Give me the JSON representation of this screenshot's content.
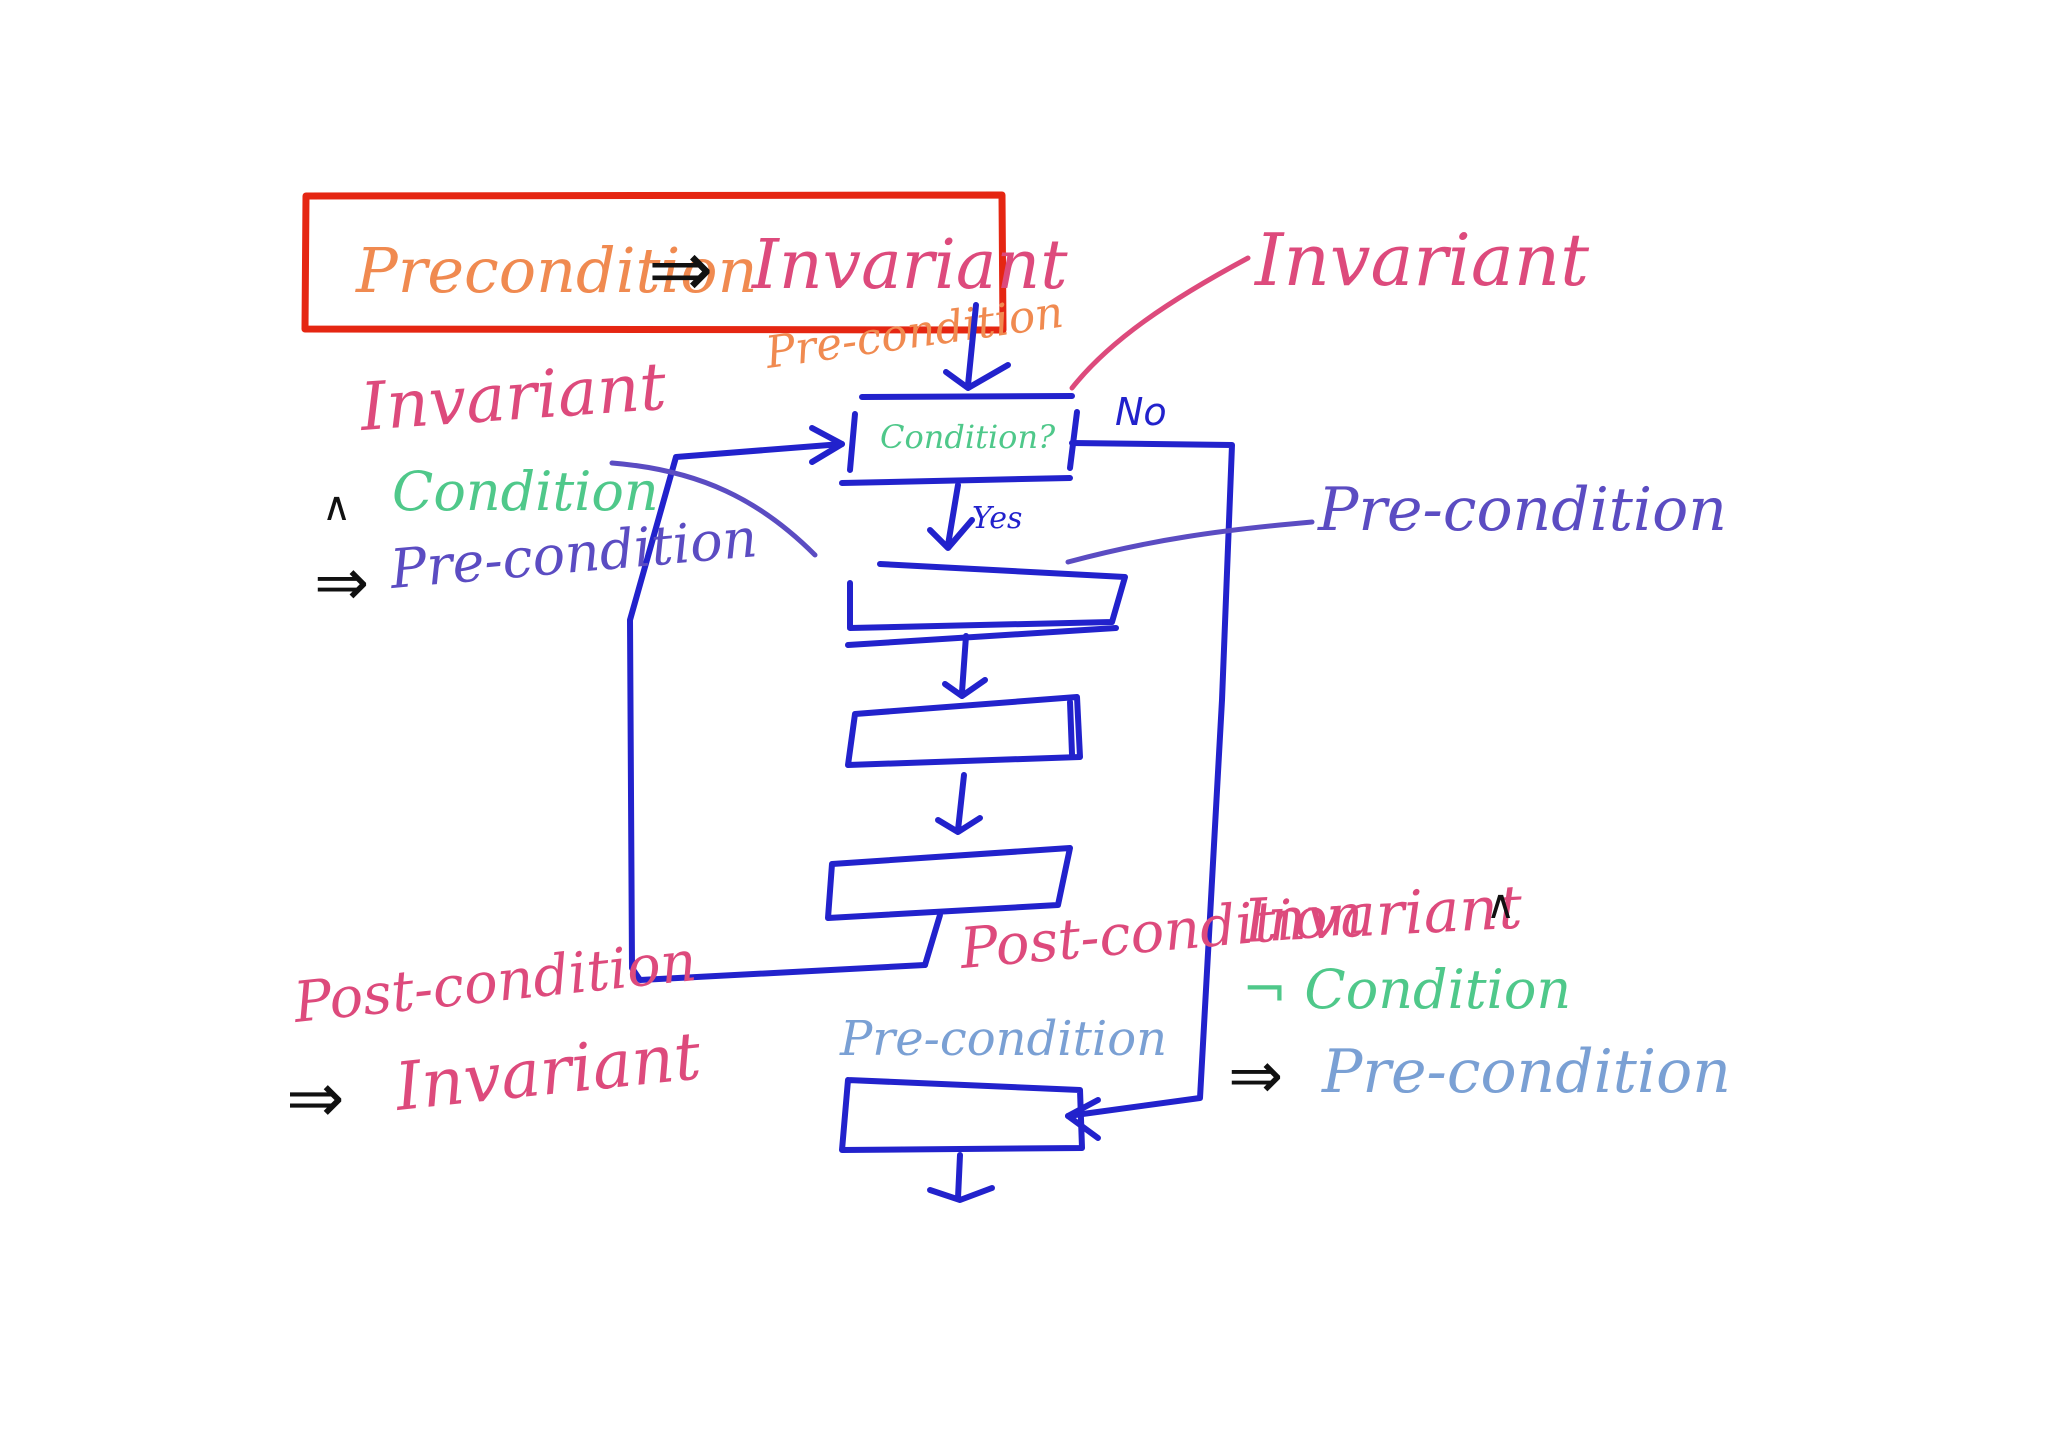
{
  "colors": {
    "red": "#e52612",
    "orange": "#f08a50",
    "pink": "#dd4a7c",
    "green": "#4fc88a",
    "purple": "#5b4cc2",
    "blue": "#2222cc",
    "lightblue": "#7aa0d4",
    "black": "#111111"
  },
  "labels": {
    "box_left": "Precondition",
    "box_arrow": "⇒",
    "box_right": "Invariant",
    "top_invariant": "Invariant",
    "top_precondition": "Pre-condition",
    "decision": "Condition?",
    "no": "No",
    "yes": "Yes",
    "left_invariant": "Invariant",
    "left_and": "∧",
    "left_condition": "Condition",
    "left_implies": "⇒",
    "left_precondition": "Pre-condition",
    "right_precondition": "Pre-condition",
    "bottom_left_postcondition": "Post-condition",
    "bottom_left_implies": "⇒",
    "bottom_left_invariant": "Invariant",
    "mid_postcondition": "Post-condition",
    "right_invariant": "Invariant",
    "right_and": "∧",
    "right_not_condition": "¬ Condition",
    "right_implies": "⇒",
    "right_result_precondition": "Pre-condition",
    "exit_precondition": "Pre-condition"
  }
}
